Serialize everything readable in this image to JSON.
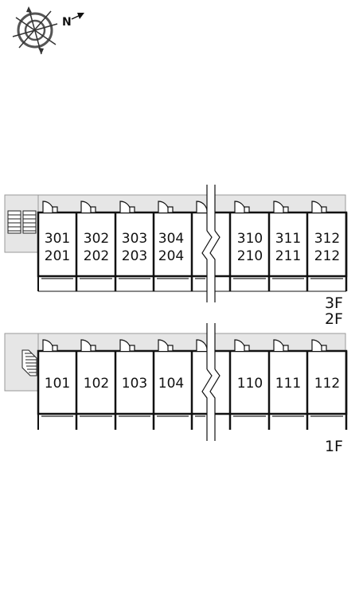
{
  "compass": {
    "north_letter": "N",
    "icon": "compass-rose-icon"
  },
  "upper_block": {
    "unit_labels": [
      [
        "301",
        "201"
      ],
      [
        "302",
        "202"
      ],
      [
        "303",
        "203"
      ],
      [
        "304",
        "204"
      ],
      [
        "310",
        "210"
      ],
      [
        "311",
        "211"
      ],
      [
        "312",
        "212"
      ]
    ],
    "floor_labels": [
      "3F",
      "2F"
    ]
  },
  "lower_block": {
    "unit_labels": [
      "101",
      "102",
      "103",
      "104",
      "110",
      "111",
      "112"
    ],
    "floor_labels": [
      "1F"
    ]
  },
  "colors": {
    "corridor": "#e6e6e6",
    "walls": "#111111",
    "background": "#ffffff"
  }
}
